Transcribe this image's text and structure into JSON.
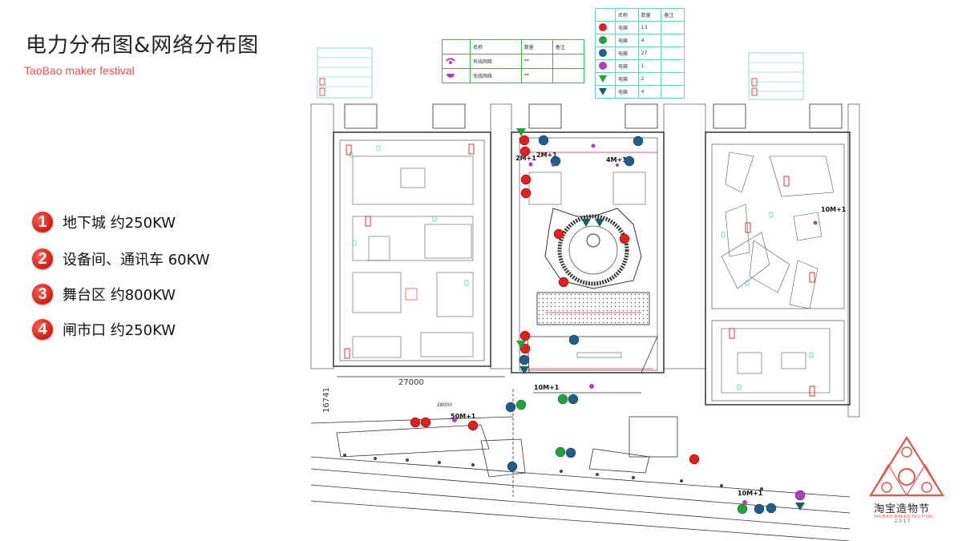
{
  "header": {
    "title": "电力分布图&网络分布图",
    "subtitle": "TaoBao maker festival"
  },
  "power_legend": [
    {
      "num": "1",
      "label": "地下城 约250KW"
    },
    {
      "num": "2",
      "label": "设备间、通讯车 60KW"
    },
    {
      "num": "3",
      "label": "舞台区 约800KW"
    },
    {
      "num": "4",
      "label": "闸市口 约250KW"
    }
  ],
  "network_table": {
    "headers": [
      "名称",
      "数量",
      "备注"
    ],
    "rows": [
      {
        "name": "有线网络",
        "qty": "**",
        "note": ""
      },
      {
        "name": "无线网络",
        "qty": "**",
        "note": ""
      }
    ]
  },
  "box_table": {
    "headers": [
      "名称",
      "数量",
      "备注"
    ],
    "rows": [
      {
        "icon": "red-circle",
        "name": "电箱",
        "qty": "13",
        "note": ""
      },
      {
        "icon": "green-circle",
        "name": "电箱",
        "qty": "4",
        "note": ""
      },
      {
        "icon": "blue-circle",
        "name": "电箱",
        "qty": "27",
        "note": ""
      },
      {
        "icon": "purple-circle",
        "name": "电箱",
        "qty": "1",
        "note": ""
      },
      {
        "icon": "green-triangle",
        "name": "电箱",
        "qty": "2",
        "note": ""
      },
      {
        "icon": "blue-triangle",
        "name": "电箱",
        "qty": "4",
        "note": ""
      }
    ]
  },
  "map_labels": {
    "dim_27000": "27000",
    "dim_16741": "16741",
    "dim_28000": "28000",
    "m_2m1_a": "2M+1",
    "m_2m1_b": "2M+1",
    "m_4m1": "4M+1",
    "m_10m1_right": "10M+1",
    "m_10m1_center": "10M+1",
    "m_50m1": "50M+1",
    "m_10m1_bottom": "10M+1"
  },
  "logo": {
    "name": "淘宝造物节",
    "sub": "TAOBAO MAKER FESTIVAL",
    "year": "2017"
  },
  "colors": {
    "red": "#e02020",
    "green": "#22a03a",
    "blue": "#1f5d8c",
    "purple": "#b03cc0",
    "teal_triangle": "#1b5e6a",
    "accent": "#e5534b"
  }
}
